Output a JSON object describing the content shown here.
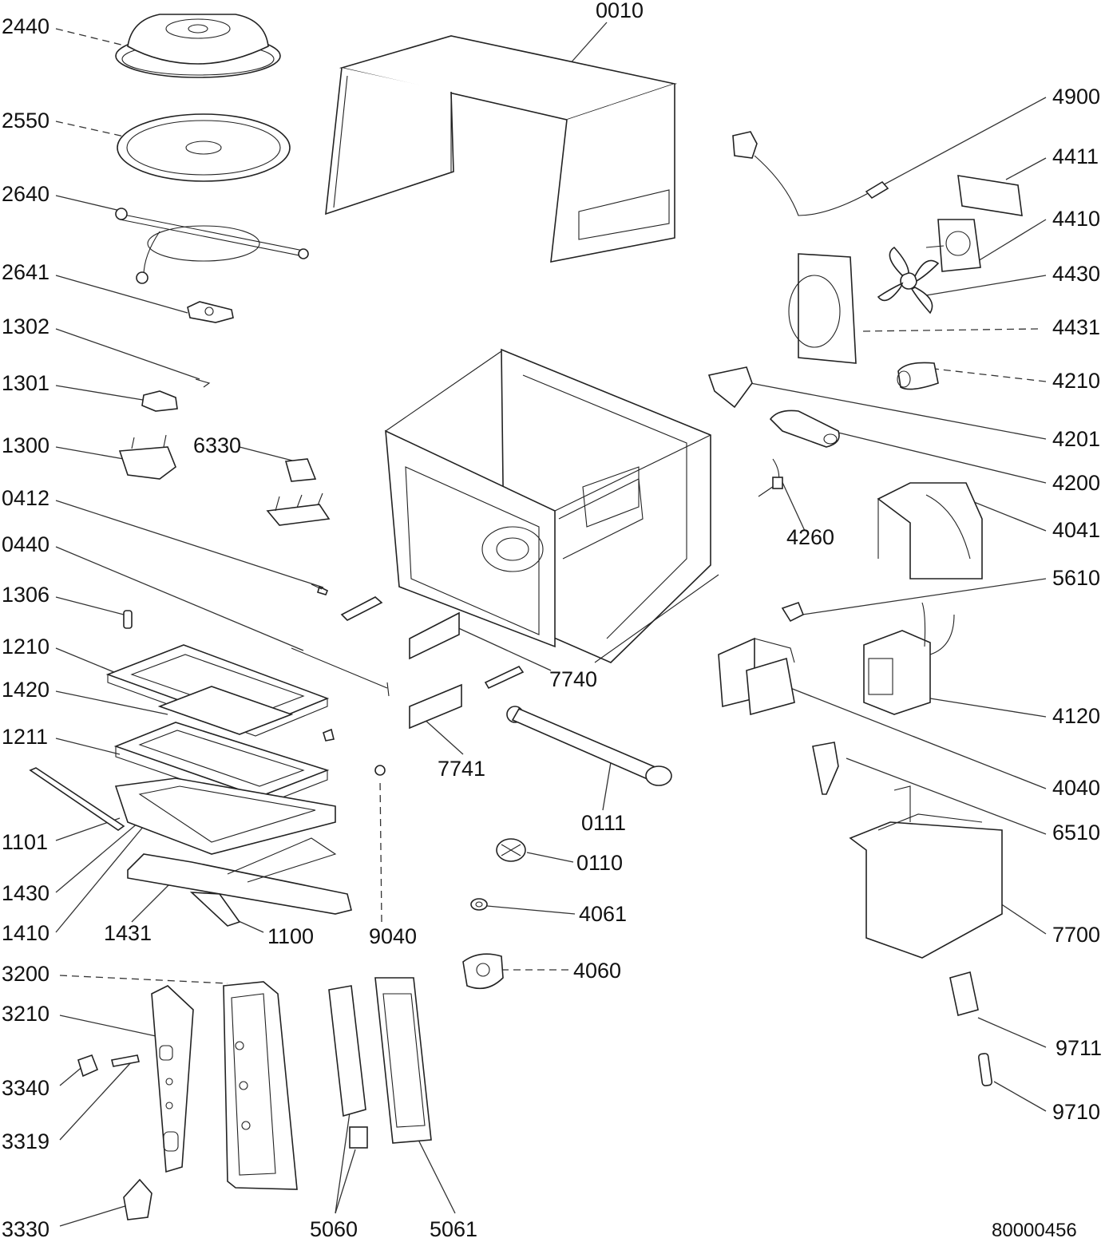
{
  "diagram": {
    "doc_number": "80000456",
    "labels": [
      {
        "id": "p2440",
        "text": "2440"
      },
      {
        "id": "p2550",
        "text": "2550"
      },
      {
        "id": "p2640",
        "text": "2640"
      },
      {
        "id": "p2641",
        "text": "2641"
      },
      {
        "id": "p1302",
        "text": "1302"
      },
      {
        "id": "p1301",
        "text": "1301"
      },
      {
        "id": "p1300",
        "text": "1300"
      },
      {
        "id": "p6330",
        "text": "6330"
      },
      {
        "id": "p0412",
        "text": "0412"
      },
      {
        "id": "p0440",
        "text": "0440"
      },
      {
        "id": "p1306",
        "text": "1306"
      },
      {
        "id": "p1210",
        "text": "1210"
      },
      {
        "id": "p1420",
        "text": "1420"
      },
      {
        "id": "p1211",
        "text": "1211"
      },
      {
        "id": "p1101",
        "text": "1101"
      },
      {
        "id": "p1430",
        "text": "1430"
      },
      {
        "id": "p1410",
        "text": "1410"
      },
      {
        "id": "p1431",
        "text": "1431"
      },
      {
        "id": "p1100",
        "text": "1100"
      },
      {
        "id": "p9040",
        "text": "9040"
      },
      {
        "id": "p3200",
        "text": "3200"
      },
      {
        "id": "p3210",
        "text": "3210"
      },
      {
        "id": "p3340",
        "text": "3340"
      },
      {
        "id": "p3319",
        "text": "3319"
      },
      {
        "id": "p3330",
        "text": "3330"
      },
      {
        "id": "p5060",
        "text": "5060"
      },
      {
        "id": "p5061",
        "text": "5061"
      },
      {
        "id": "p0010",
        "text": "0010"
      },
      {
        "id": "p7740",
        "text": "7740"
      },
      {
        "id": "p7741",
        "text": "7741"
      },
      {
        "id": "p0111",
        "text": "0111"
      },
      {
        "id": "p0110",
        "text": "0110"
      },
      {
        "id": "p4061",
        "text": "4061"
      },
      {
        "id": "p4060",
        "text": "4060"
      },
      {
        "id": "p4900",
        "text": "4900"
      },
      {
        "id": "p4411",
        "text": "4411"
      },
      {
        "id": "p4410",
        "text": "4410"
      },
      {
        "id": "p4430",
        "text": "4430"
      },
      {
        "id": "p4431",
        "text": "4431"
      },
      {
        "id": "p4210",
        "text": "4210"
      },
      {
        "id": "p4201",
        "text": "4201"
      },
      {
        "id": "p4200",
        "text": "4200"
      },
      {
        "id": "p4260",
        "text": "4260"
      },
      {
        "id": "p4041",
        "text": "4041"
      },
      {
        "id": "p5610",
        "text": "5610"
      },
      {
        "id": "p4120",
        "text": "4120"
      },
      {
        "id": "p4040",
        "text": "4040"
      },
      {
        "id": "p6510",
        "text": "6510"
      },
      {
        "id": "p7700",
        "text": "7700"
      },
      {
        "id": "p9711",
        "text": "9711"
      },
      {
        "id": "p9710",
        "text": "9710"
      }
    ]
  }
}
